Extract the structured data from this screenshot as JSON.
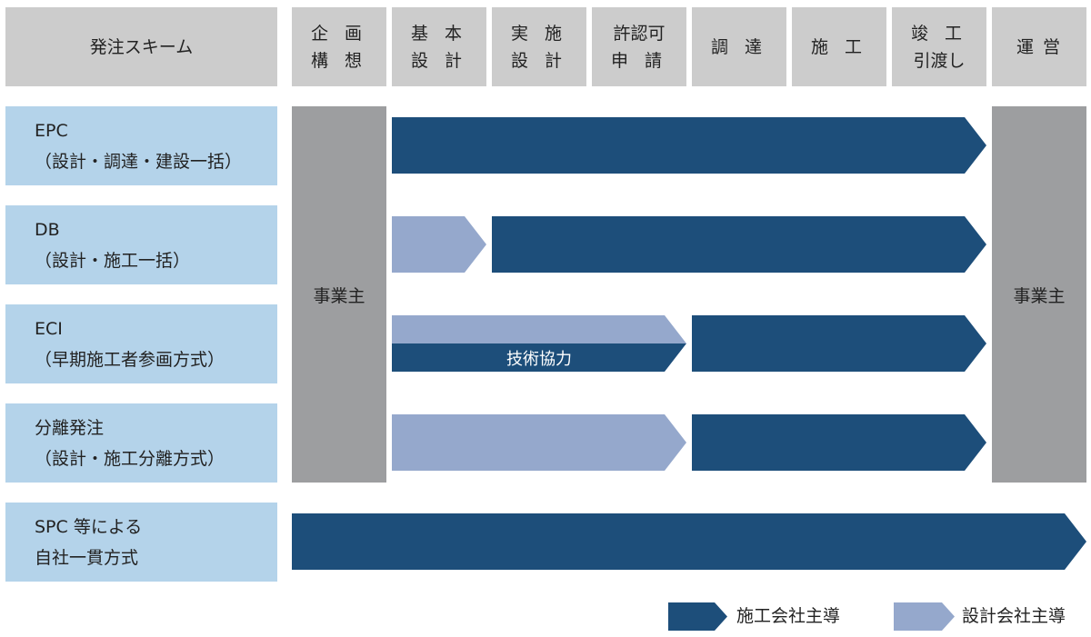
{
  "header": {
    "scheme_label": "発注スキーム",
    "phases": [
      [
        "企 画",
        "構 想"
      ],
      [
        "基 本",
        "設 計"
      ],
      [
        "実 施",
        "設 計"
      ],
      [
        "許認可",
        "申 請"
      ],
      [
        "調 達"
      ],
      [
        "施 工"
      ],
      [
        "竣 工",
        "引渡し"
      ],
      [
        "運 営"
      ]
    ]
  },
  "rows": [
    {
      "name": "EPC",
      "desc": "（設計・調達・建設一括）"
    },
    {
      "name": "DB",
      "desc": "（設計・施工一括）"
    },
    {
      "name": "ECI",
      "desc": "（早期施工者参画方式）"
    },
    {
      "name": "分離発注",
      "desc": "（設計・施工分離方式）"
    },
    {
      "name": "SPC 等による",
      "desc": "自社一貫方式"
    }
  ],
  "owner_left": "事業主",
  "owner_right": "事業主",
  "eci_coop_label": "技術協力",
  "legend": {
    "contractor": "施工会社主導",
    "designer": "設計会社主導"
  },
  "colors": {
    "contractor": "#1d4e7a",
    "designer": "#95a8cc",
    "owner": "#9d9ea0",
    "label": "#b4d3ea",
    "header": "#cccccc"
  }
}
